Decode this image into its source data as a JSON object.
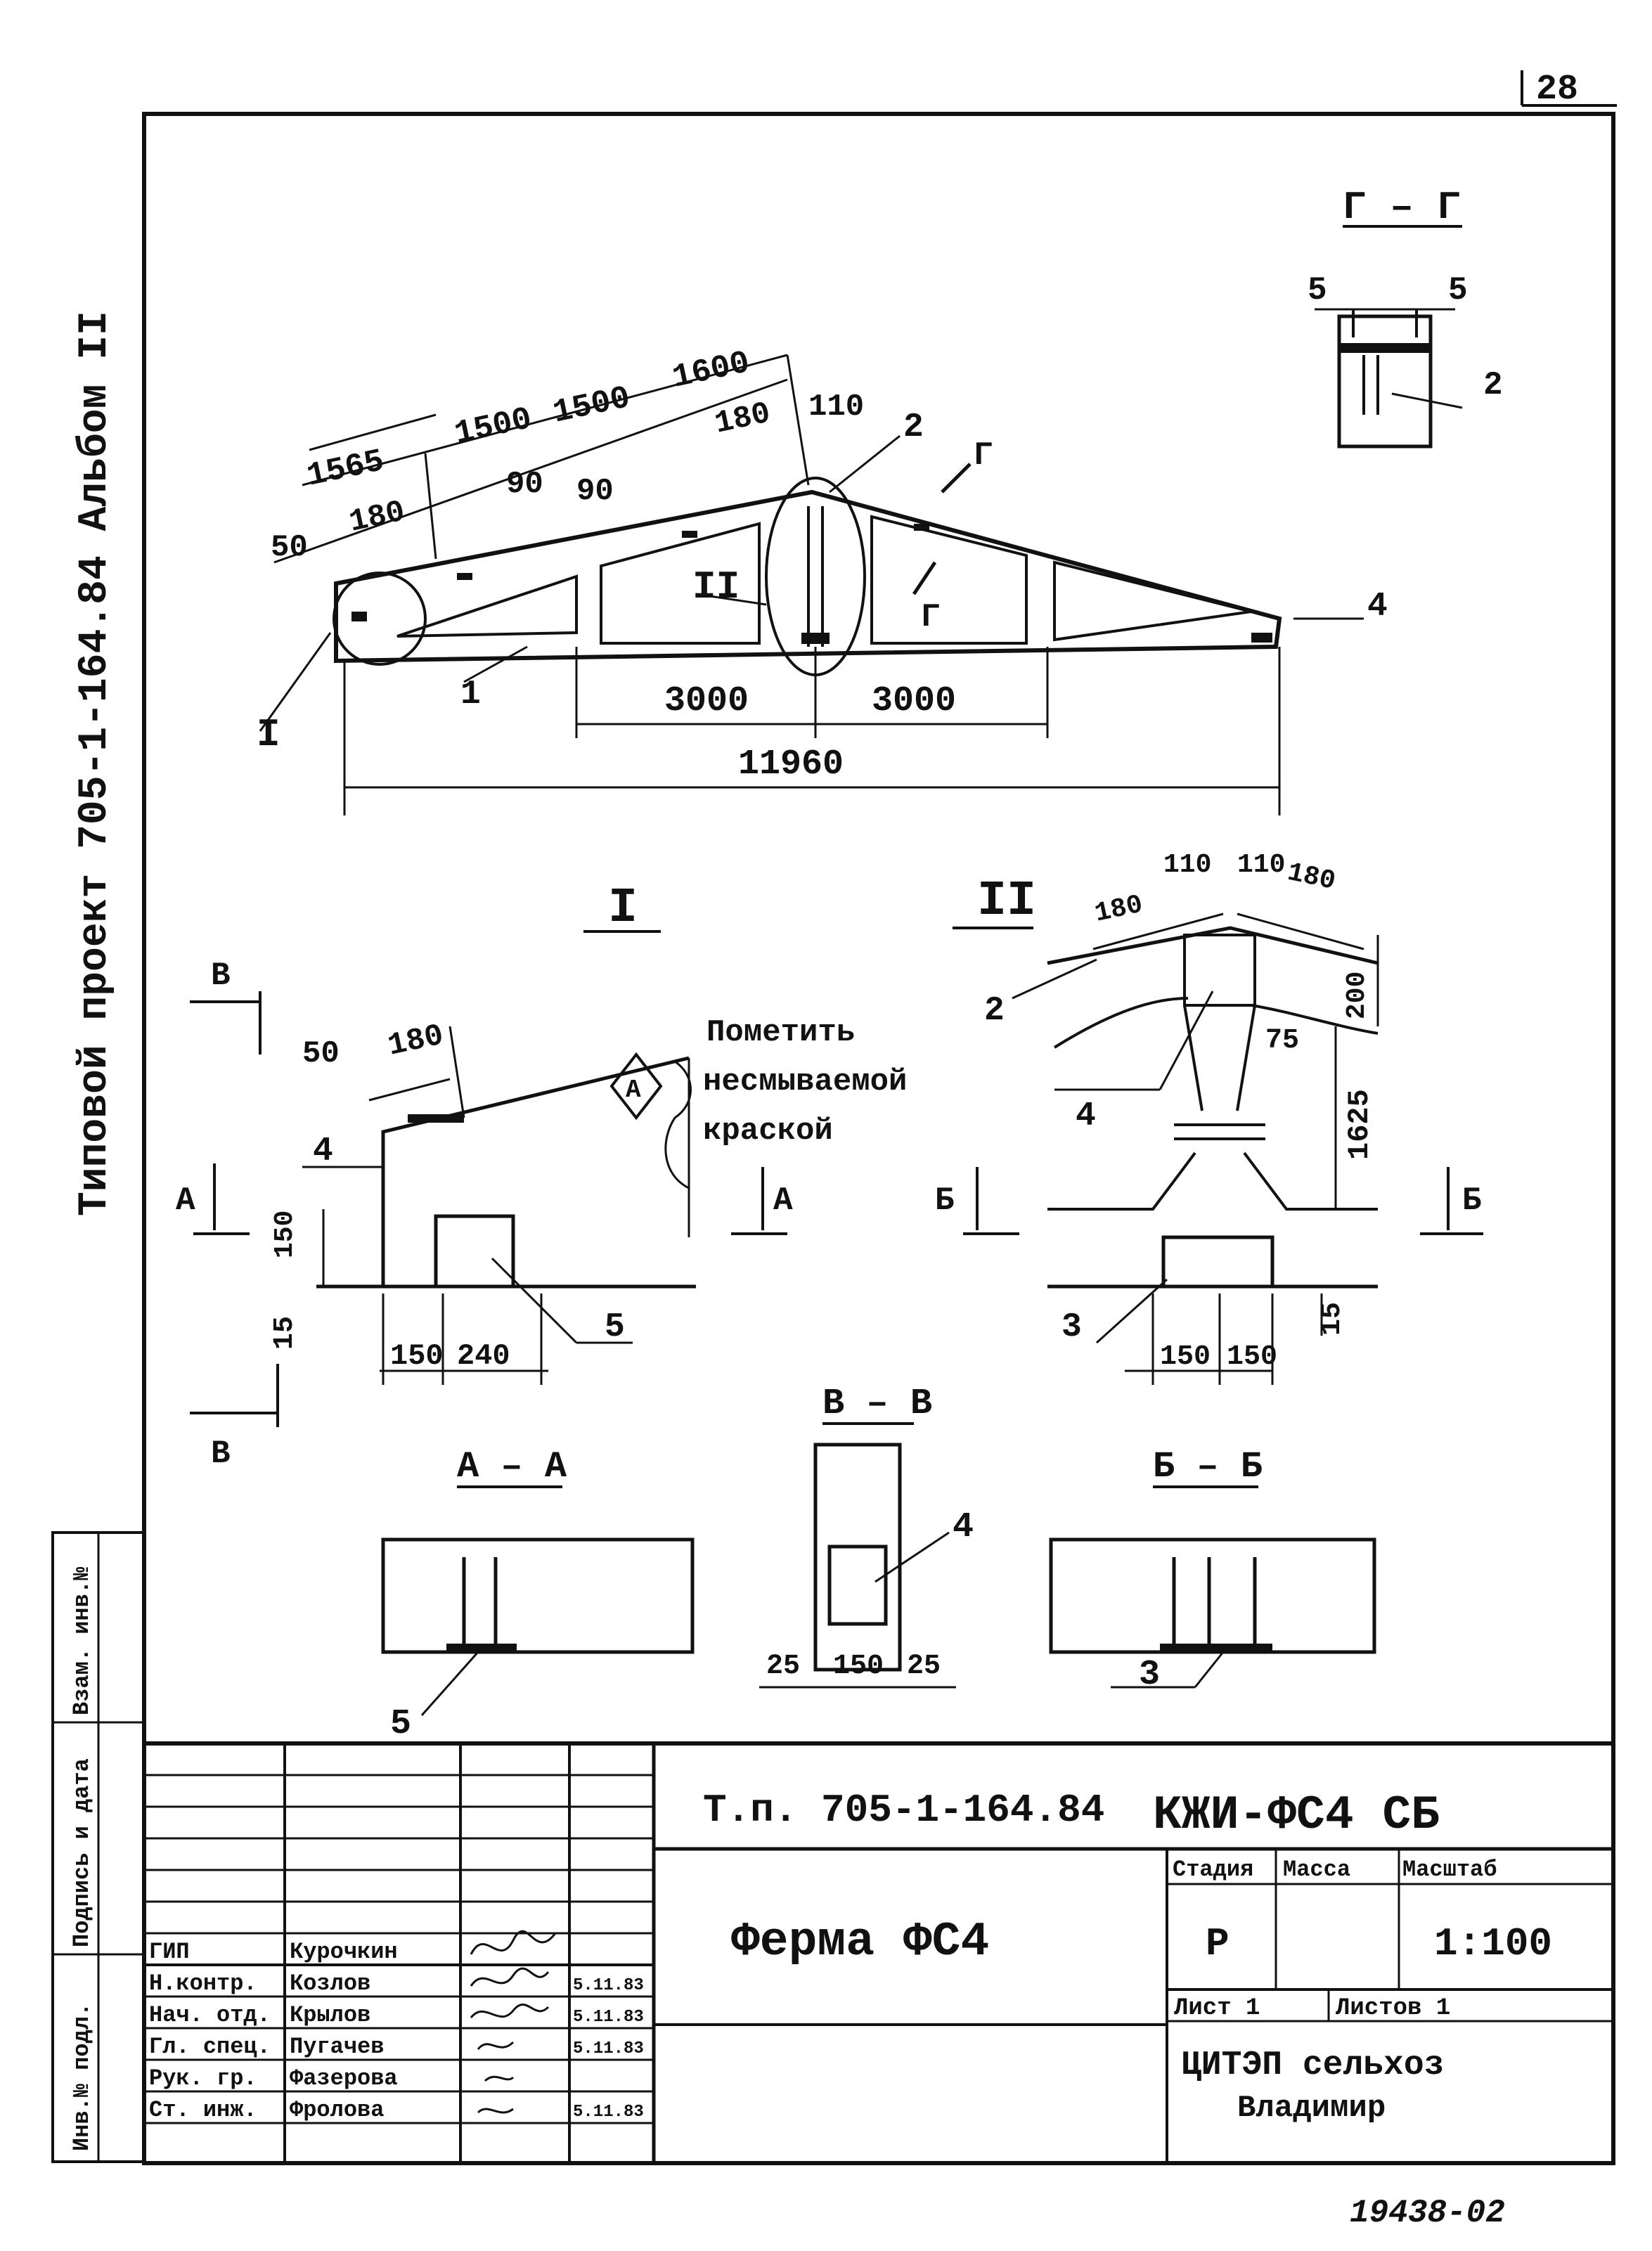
{
  "page": {
    "sheet_number": "28",
    "side_label": "Типовой проект 705-1-164.84 Альбом II",
    "bottom_code": "19438-02"
  },
  "truss": {
    "segments_top": [
      "1565",
      "1500",
      "1500",
      "1600"
    ],
    "segments_small": [
      "50",
      "180",
      "90",
      "90",
      "180",
      "110"
    ],
    "spans": [
      "3000",
      "3000"
    ],
    "total": "11960",
    "marks": [
      "1",
      "2",
      "4"
    ],
    "detail_refs": [
      "I",
      "II"
    ],
    "section_mark": "Г"
  },
  "section_GG": {
    "title": "Г – Г",
    "labels": [
      "5",
      "5",
      "2"
    ]
  },
  "detail_I": {
    "title": "I",
    "dims": [
      "50",
      "180",
      "150",
      "15",
      "150",
      "240"
    ],
    "labels": [
      "4",
      "5"
    ],
    "section_marks": [
      "В",
      "В",
      "А",
      "А"
    ],
    "note_symbol": "А",
    "note": [
      "Пометить",
      "несмываемой",
      "краской"
    ]
  },
  "detail_II": {
    "title": "II",
    "dims": [
      "180",
      "110",
      "110",
      "180",
      "200",
      "75",
      "1625",
      "150",
      "150",
      "15"
    ],
    "labels": [
      "2",
      "4",
      "3"
    ],
    "section_marks": [
      "Б",
      "Б"
    ]
  },
  "section_AA": {
    "title": "А – А",
    "labels": [
      "5"
    ]
  },
  "section_VV": {
    "title": "В – В",
    "labels": [
      "4"
    ],
    "dims": [
      "25",
      "150",
      "25"
    ]
  },
  "section_BB": {
    "title": "Б – Б",
    "labels": [
      "3"
    ]
  },
  "side_stamp": [
    "Инв.№ подл.",
    "Подпись и дата",
    "Взам. инв.№"
  ],
  "title_block": {
    "project_code": "Т.п. 705-1-164.84",
    "drawing_code": "КЖИ-ФС4 СБ",
    "title": "Ферма ФС4",
    "col_stage": "Стадия",
    "col_mass": "Масса",
    "col_scale": "Масштаб",
    "stage": "Р",
    "mass": "",
    "scale": "1:100",
    "sheet": "Лист 1",
    "sheets": "Листов 1",
    "org_line1": "ЦИТЭП сельхоз",
    "org_line2": "Владимир",
    "staff": [
      {
        "role": "ГИП",
        "name": "Курочкин",
        "date": ""
      },
      {
        "role": "Н.контр.",
        "name": "Козлов",
        "date": "5.11.83"
      },
      {
        "role": "Нач. отд.",
        "name": "Крылов",
        "date": "5.11.83"
      },
      {
        "role": "Гл. спец.",
        "name": "Пугачев",
        "date": "5.11.83"
      },
      {
        "role": "Рук. гр.",
        "name": "Фазерова",
        "date": ""
      },
      {
        "role": "Ст. инж.",
        "name": "Фролова",
        "date": "5.11.83"
      }
    ]
  }
}
